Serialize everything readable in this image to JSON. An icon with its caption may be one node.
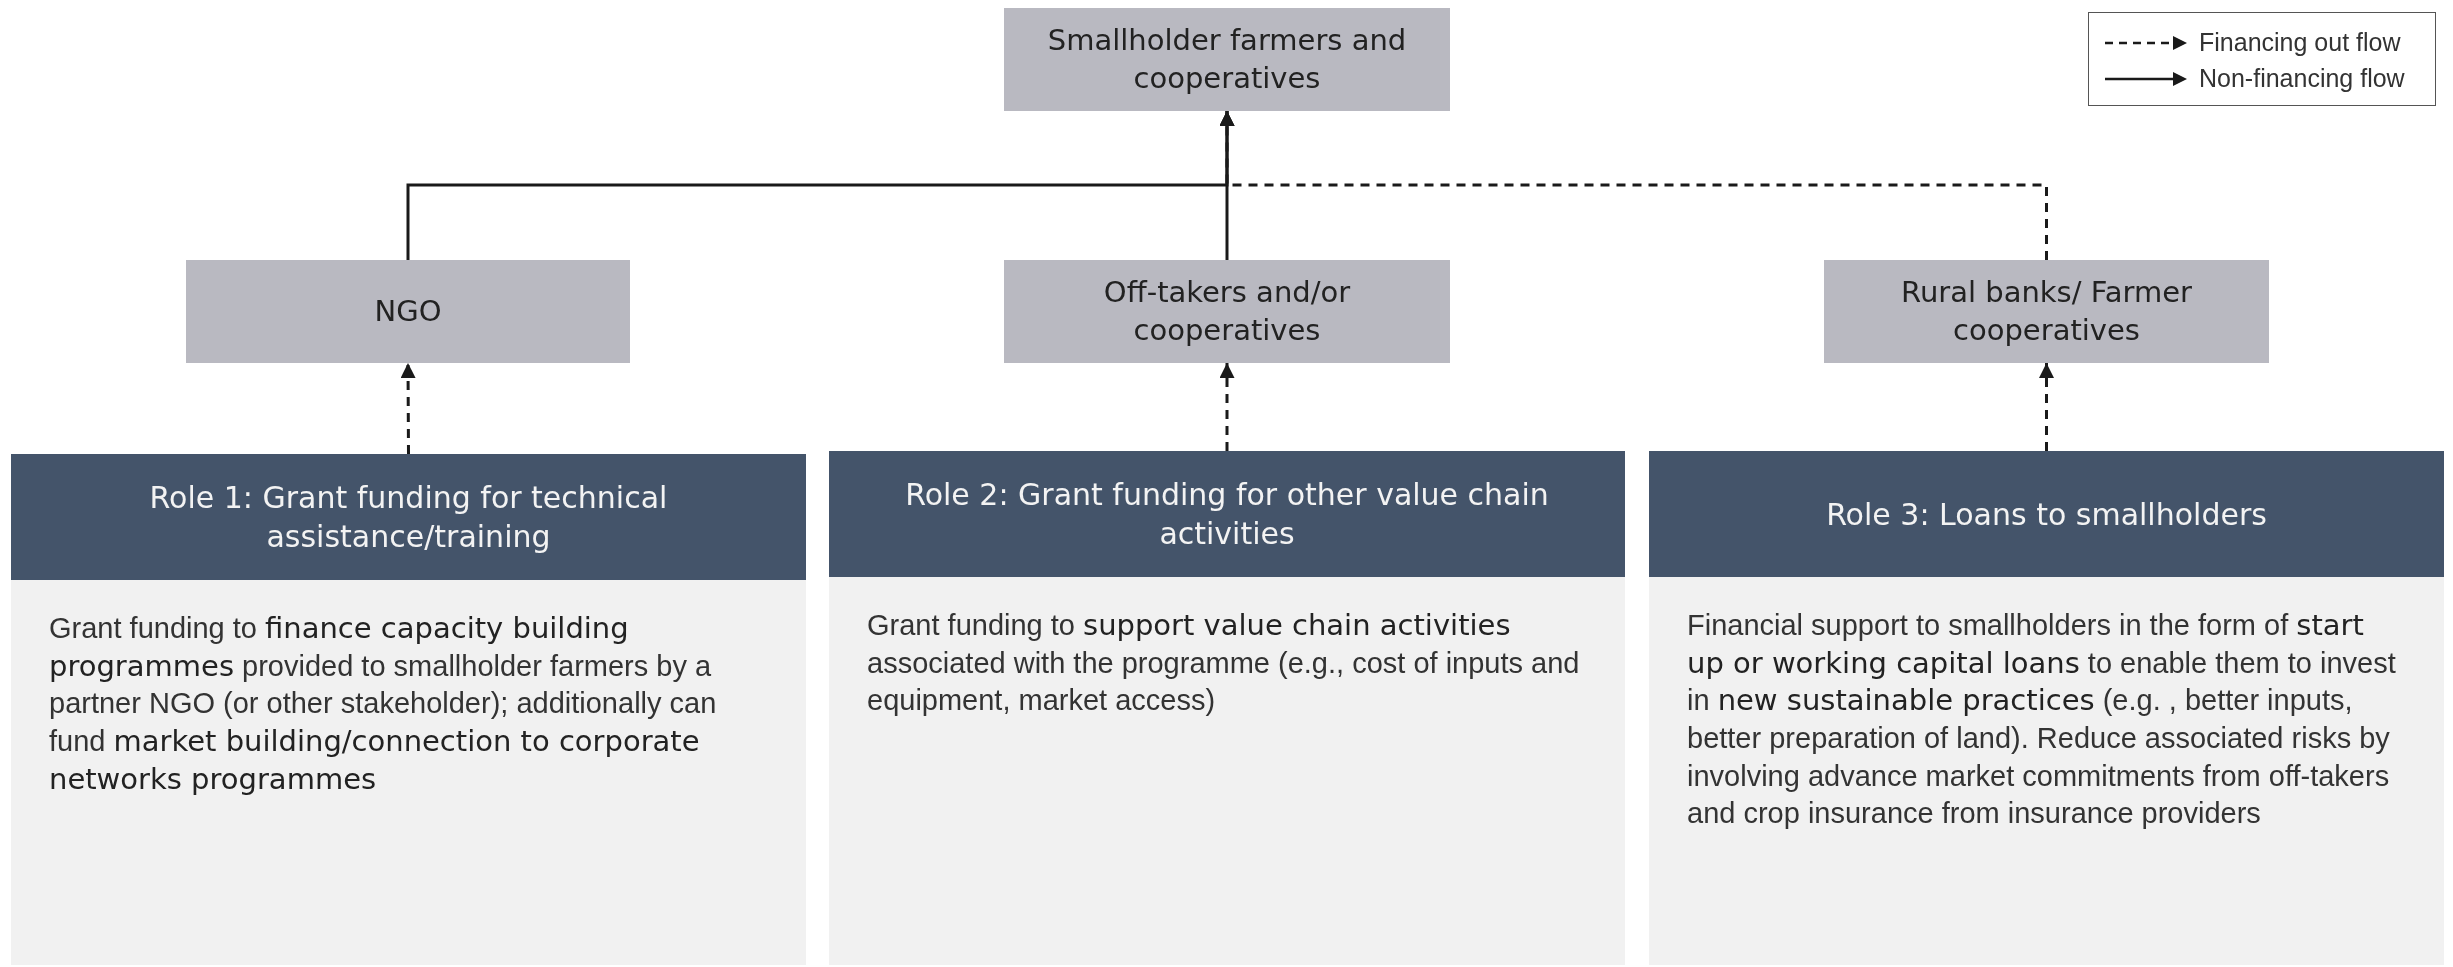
{
  "diagram": {
    "nodes": [
      {
        "text": [
          "Smallholder farmers and cooperatives"
        ]
      },
      {
        "text": [
          "NGO"
        ]
      },
      {
        "text": [
          "Off-takers and/or cooperatives"
        ]
      },
      {
        "text": [
          "Rural banks/ Farmer cooperatives"
        ]
      },
      {
        "text": [
          "Role 1: Grant funding for technical assistance/training",
          "Grant funding to **finance capacity building programmes** provided to smallholder farmers by a partner NGO (or other stakeholder); additionally can fund **market building/connection to corporate networks programmes**"
        ]
      },
      {
        "text": [
          "Role 2: Grant funding for other value chain activities",
          "Grant funding to **support value chain activities** associated with the programme (e.g., cost of inputs and equipment, market access)"
        ]
      },
      {
        "text": [
          "Role 3: Loans to smallholders",
          "Financial support to smallholders in the form of **start up or working capital loans** to enable them to invest in **new sustainable practices** (e.g. , better inputs, better preparation of land). Reduce  associated risks by involving advance market commitments from off-takers and crop insurance from insurance providers"
        ]
      }
    ],
    "edges": [
      {
        "from": 4,
        "to": 1,
        "arrow": "to",
        "style": "dashed"
      },
      {
        "from": 5,
        "to": 2,
        "arrow": "to",
        "style": "dashed"
      },
      {
        "from": 6,
        "to": 3,
        "arrow": "to",
        "style": "dashed"
      },
      {
        "from": 1,
        "to": 0,
        "arrow": "to"
      },
      {
        "from": 2,
        "to": 0,
        "arrow": "to"
      },
      {
        "from": 3,
        "to": 0,
        "arrow": "to",
        "style": "dashed"
      }
    ],
    "legend": [
      {
        "text": "Financing out flow"
      },
      {
        "text": "Non-financing flow"
      }
    ]
  }
}
